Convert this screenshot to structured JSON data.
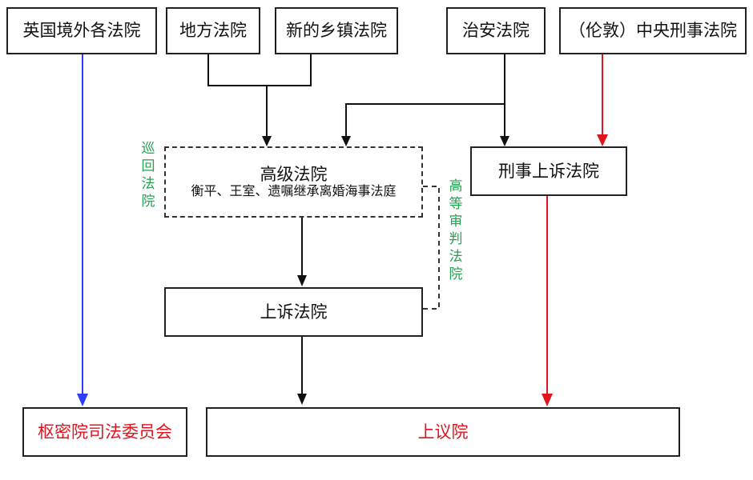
{
  "top_courts": {
    "overseas": "英国境外各法院",
    "local": "地方法院",
    "new_township": "新的乡镇法院",
    "public_security": "治安法院",
    "central_criminal": "（伦敦）中央刑事法院"
  },
  "high_court": {
    "title": "高级法院",
    "divisions": "衡平、王室、遗嘱继承离婚海事法庭"
  },
  "criminal_appeal": "刑事上诉法院",
  "appeal_court": "上诉法院",
  "privy_council": "枢密院司法委员会",
  "house_of_lords": "上议院",
  "side_labels": {
    "circuit": "巡回法院",
    "crown": "高等审判法院"
  },
  "colors": {
    "blue_arrow": "#2b3cff",
    "red_arrow": "#e0141e",
    "black_arrow": "#111111",
    "green_label": "#22a34f"
  }
}
